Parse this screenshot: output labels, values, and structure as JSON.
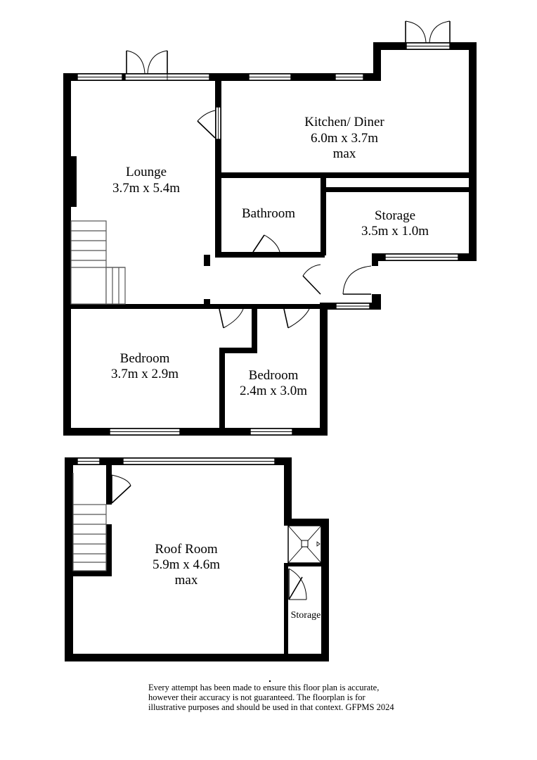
{
  "rooms": {
    "lounge": {
      "name": "Lounge",
      "size": "3.7m x 5.4m"
    },
    "kitchen": {
      "name": "Kitchen/ Diner",
      "size": "6.0m x 3.7m",
      "note": "max"
    },
    "bathroom": {
      "name": "Bathroom"
    },
    "storage": {
      "name": "Storage",
      "size": "3.5m x 1.0m"
    },
    "bedroom1": {
      "name": "Bedroom",
      "size": "3.7m x 2.9m"
    },
    "bedroom2": {
      "name": "Bedroom",
      "size": "2.4m x 3.0m"
    },
    "roof_room": {
      "name": "Roof Room",
      "size": "5.9m x 4.6m",
      "note": "max"
    },
    "roof_storage": {
      "name": "Storage"
    }
  },
  "disclaimer": {
    "line1": "Every attempt has been made to ensure this floor plan is accurate,",
    "line2": "however their accuracy is not guaranteed. The floorplan is for",
    "line3": "illustrative purposes and should be used in that context. GFPMS 2024"
  },
  "colors": {
    "wall": "#000000",
    "background": "#ffffff"
  }
}
